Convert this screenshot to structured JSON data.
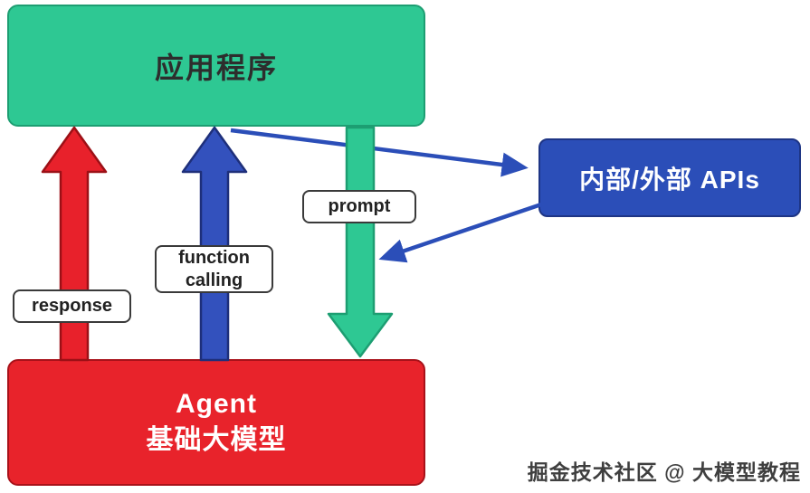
{
  "app_box": {
    "label": "应用程序",
    "fill": "#2ec893"
  },
  "agent_box": {
    "line1": "Agent",
    "line2": "基础大模型",
    "fill": "#e8232b"
  },
  "api_box": {
    "label": "内部/外部 APIs",
    "fill": "#2b4eb8"
  },
  "labels": {
    "response": "response",
    "function_calling": "function calling",
    "prompt": "prompt"
  },
  "arrows": {
    "response_arrow_color": "#e8212b",
    "function_calling_arrow_color": "#3351bd",
    "prompt_arrow_color": "#2ec893",
    "api_link_color": "#2b4eb8"
  },
  "watermark": "掘金技术社区 @ 大模型教程"
}
